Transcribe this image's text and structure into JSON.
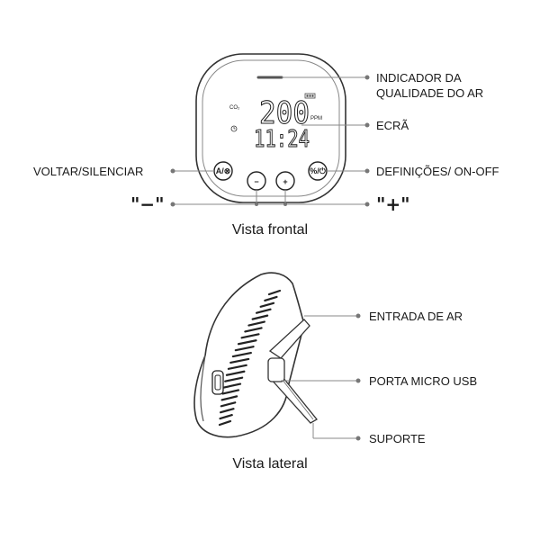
{
  "front_view": {
    "caption": "Vista frontal",
    "display": {
      "co2_label": "CO₂",
      "value": "200",
      "unit": "PPM",
      "time": "11:24"
    },
    "buttons": {
      "back_mute_glyph": "A/⊗",
      "minus_glyph": "−",
      "plus_glyph": "+",
      "settings_glyph": "%/⏻"
    },
    "callouts": {
      "air_quality_indicator": [
        "INDICADOR DA",
        "QUALIDADE DO AR"
      ],
      "screen": "ECRÃ",
      "back_mute": "VOLTAR/SILENCIAR",
      "settings_onoff": "DEFINIÇÕES/ ON-OFF",
      "minus": "\"−\"",
      "plus": "\"+\""
    }
  },
  "side_view": {
    "caption": "Vista lateral",
    "callouts": {
      "air_inlet": "ENTRADA DE AR",
      "micro_usb": "PORTA MICRO USB",
      "stand": "SUPORTE"
    }
  }
}
